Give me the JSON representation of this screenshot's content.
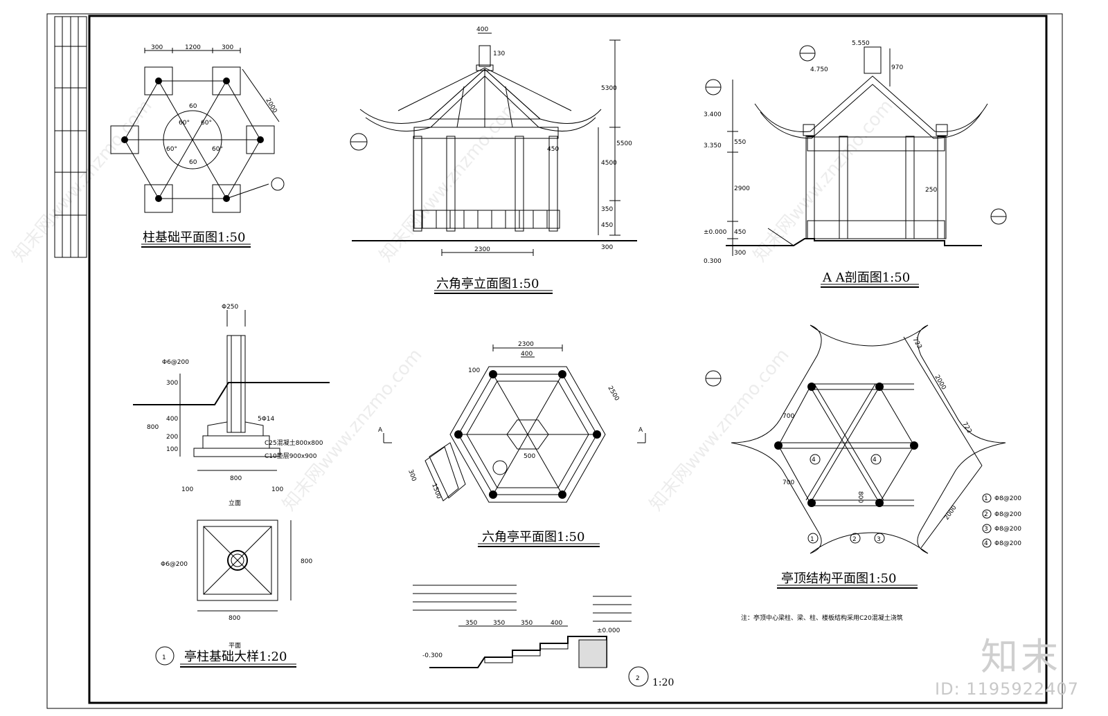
{
  "titles": {
    "column_plan": "柱基础平面图1:50",
    "elevation": "六角亭立面图1:50",
    "section": "A A剖面图1:50",
    "footing_detail": "亭柱基础大样1:20",
    "floor_plan": "六角亭平面图1:50",
    "roof_plan": "亭顶结构平面图1:50",
    "step_detail_scale": "1:20"
  },
  "markers": {
    "detail_1": "1",
    "detail_2": "2",
    "roof_1": "1",
    "roof_2": "2",
    "roof_3": "3",
    "roof_4": "4"
  },
  "subtitles": {
    "elevation_view": "立面",
    "plan_view": "平面"
  },
  "section_marks": {
    "left": "A",
    "right": "A"
  },
  "column_plan_dims": {
    "d1": "300",
    "d2": "1200",
    "d3": "300",
    "d4": "2000",
    "a1": "60°",
    "a2": "60°",
    "a3": "60°",
    "a4": "60°",
    "a5": "60",
    "a6": "60"
  },
  "elevation_dims": {
    "top": "400",
    "d130": "130",
    "d300": "300",
    "d450": "450",
    "d350": "350",
    "d4500": "4500",
    "d5500": "5500",
    "d5300": "5300",
    "span": "2300",
    "base": "300",
    "post": "450"
  },
  "section_dims": {
    "l5550": "5.550",
    "l4750": "4.750",
    "l3400": "3.400",
    "l3300": "3.350",
    "l0": "±0.000",
    "lm": "0.300",
    "d970": "970",
    "d550": "550",
    "d2900": "2900",
    "d450": "450",
    "d300": "300",
    "d250": "250"
  },
  "footing_dims": {
    "col": "Φ250",
    "bar": "Φ6@200",
    "d300": "300",
    "d400": "400",
    "d800": "800",
    "d200": "200",
    "d100": "100",
    "w800": "800",
    "c25": "C25混凝土800x800",
    "c10": "C10垫层900x900",
    "edge1": "100",
    "edge2": "100",
    "ds4": "5Φ14"
  },
  "floor_plan_dims": {
    "w2300": "2300",
    "w400": "400",
    "d2500": "2500",
    "r500": "500",
    "r1500": "1500",
    "r300": "300",
    "e100": "100",
    "d300": "300"
  },
  "roof_dims": {
    "d2000a": "2000",
    "d2000b": "2000",
    "d700a": "700",
    "d700b": "700",
    "d722": "722",
    "d723": "723",
    "d800": "800",
    "legend_1": "Φ8@200",
    "legend_2": "Φ8@200",
    "legend_3": "Φ8@200",
    "legend_4": "Φ8@200"
  },
  "step_dims": {
    "s1": "350",
    "s2": "350",
    "s3": "350",
    "s4": "400",
    "lv": "±0.000",
    "lb": "-0.300"
  },
  "roof_note": "注：亭顶中心梁柱、梁、柱、楼板结构采用C20混凝土浇筑",
  "brand": "知末",
  "brand_id": "ID: 1195922407",
  "watermark_text": "知末网www.znzmo.com"
}
